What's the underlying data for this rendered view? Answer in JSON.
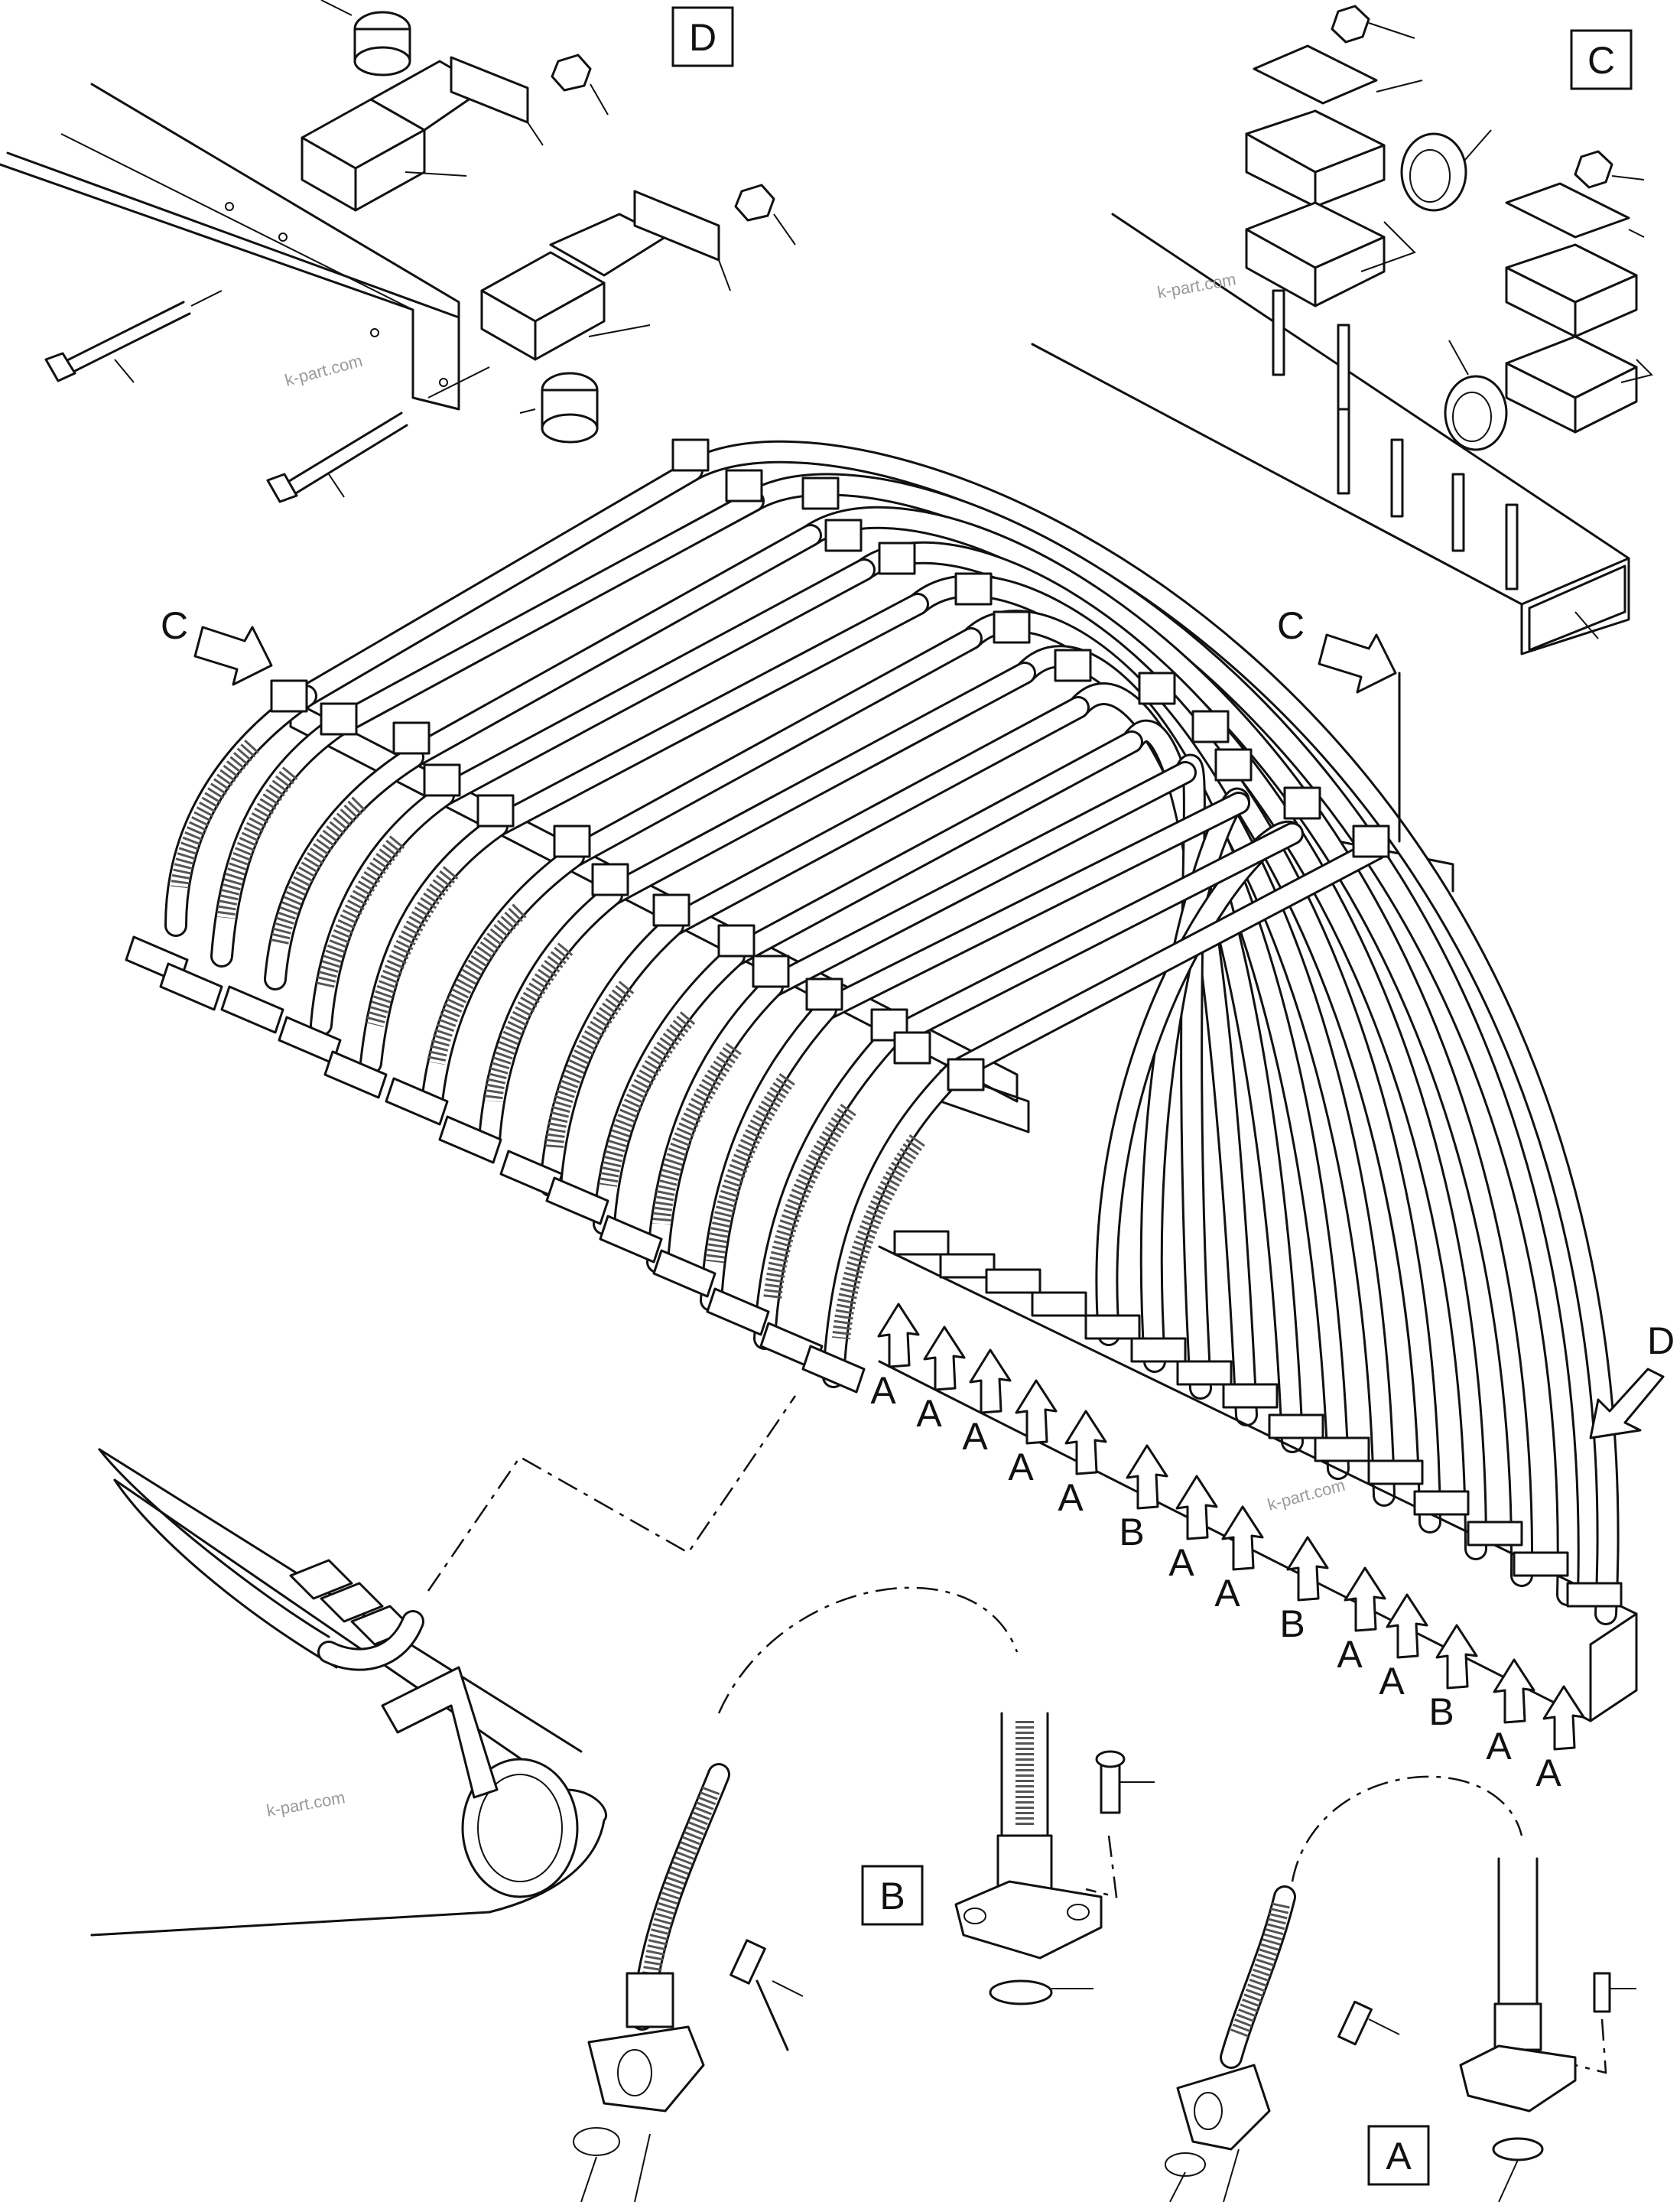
{
  "detail_boxes": {
    "D": "D",
    "C": "C",
    "B": "B",
    "A": "A"
  },
  "view_callouts": {
    "c_left": "C",
    "c_right": "C",
    "d_right": "D"
  },
  "port_labels": [
    "A",
    "A",
    "A",
    "A",
    "A",
    "B",
    "A",
    "A",
    "B",
    "A",
    "A",
    "B",
    "A",
    "A"
  ],
  "watermarks": [
    "k-part.com",
    "k-part.com",
    "k-part.com",
    "k-part.com"
  ]
}
